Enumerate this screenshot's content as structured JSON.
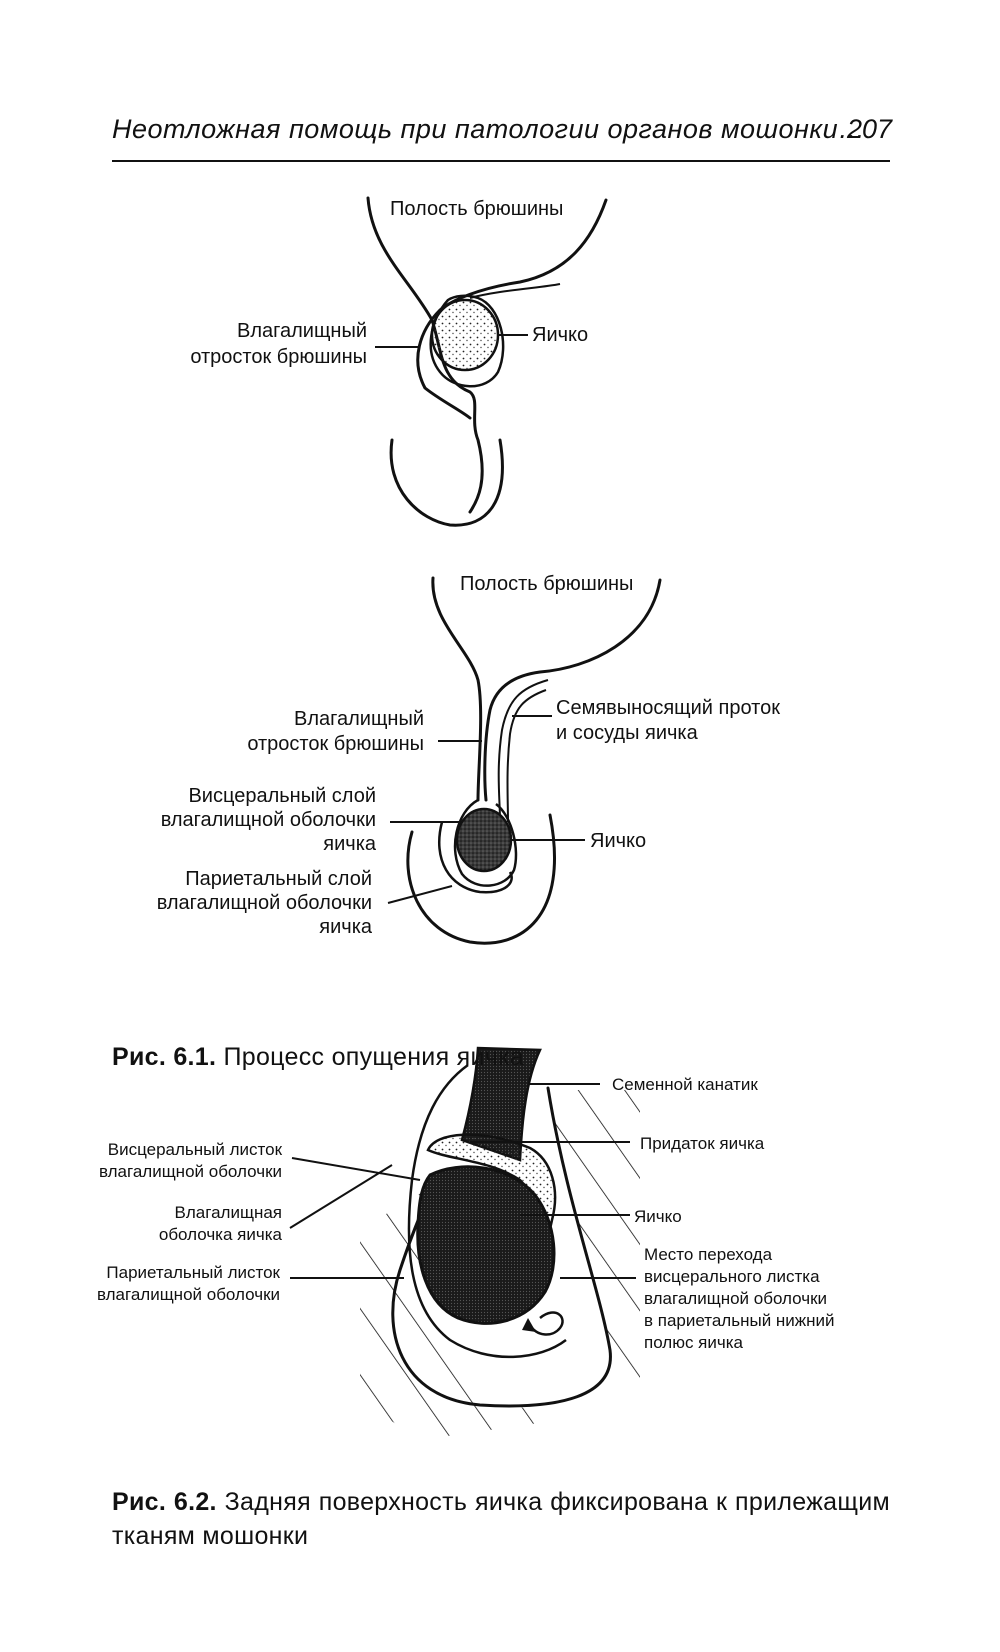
{
  "header": {
    "running_title": "Неотложная помощь при патологии органов мошонки…",
    "page_number": "207"
  },
  "figure_1": {
    "caption_number": "Рис. 6.1.",
    "caption_text": "Процесс опущения яичка",
    "panel_a": {
      "label_cavity": "Полость брюшины",
      "label_process_line1": "Влагалищный",
      "label_process_line2": "отросток брюшины",
      "label_testis": "Яичко"
    },
    "panel_b": {
      "label_cavity": "Полость брюшины",
      "label_process_line1": "Влагалищный",
      "label_process_line2": "отросток брюшины",
      "label_duct_line1": "Семявыносящий проток",
      "label_duct_line2": "и сосуды яичка",
      "label_visceral_line1": "Висцеральный слой",
      "label_visceral_line2": "влагалищной оболочки",
      "label_visceral_line3": "яичка",
      "label_testis": "Яичко",
      "label_parietal_line1": "Париетальный слой",
      "label_parietal_line2": "влагалищной оболочки",
      "label_parietal_line3": "яичка"
    }
  },
  "figure_2": {
    "caption_number": "Рис. 6.2.",
    "caption_text": "Задняя поверхность яичка фиксирована к прилежащим тканям мошонки",
    "labels": {
      "spermatic_cord": "Семенной канатик",
      "epididymis": "Придаток яичка",
      "testis": "Яичко",
      "transition_line1": "Место перехода",
      "transition_line2": "висцерального листка",
      "transition_line3": "влагалищной оболочки",
      "transition_line4": "в париетальный  нижний",
      "transition_line5": "полюс яичка",
      "visceral_line1": "Висцеральный листок",
      "visceral_line2": "влагалищной оболочки",
      "tunica_line1": "Влагалищная",
      "tunica_line2": "оболочка яичка",
      "parietal_line1": "Париетальный листок",
      "parietal_line2": "влагалищной оболочки"
    }
  }
}
